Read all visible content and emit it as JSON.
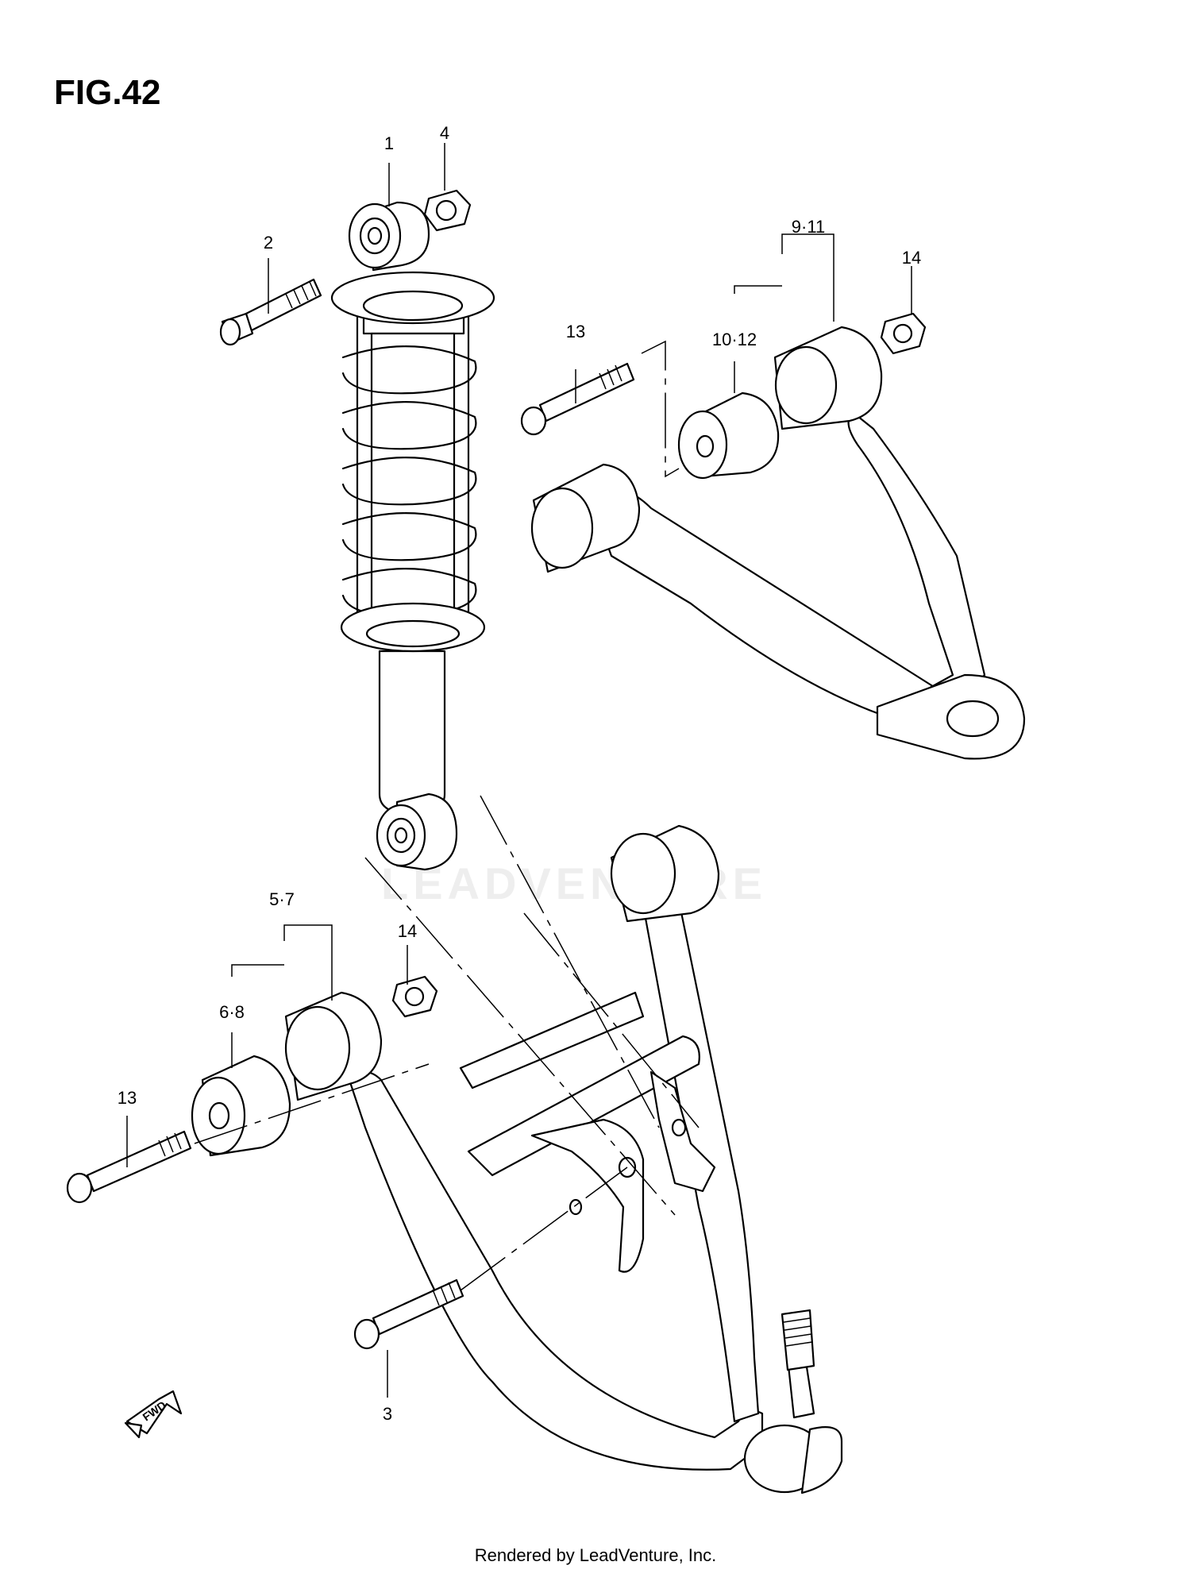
{
  "figure": {
    "title": "FIG.42"
  },
  "callouts": {
    "c1": "1",
    "c2": "2",
    "c3": "3",
    "c4": "4",
    "c5_7": "5·7",
    "c6_8": "6·8",
    "c9_11": "9·11",
    "c10_12": "10·12",
    "c13_upper": "13",
    "c13_lower": "13",
    "c14_upper": "14",
    "c14_lower": "14"
  },
  "fwd_label": "FWD",
  "watermark": "LEADVENTURE",
  "footer": "Rendered by LeadVenture, Inc."
}
